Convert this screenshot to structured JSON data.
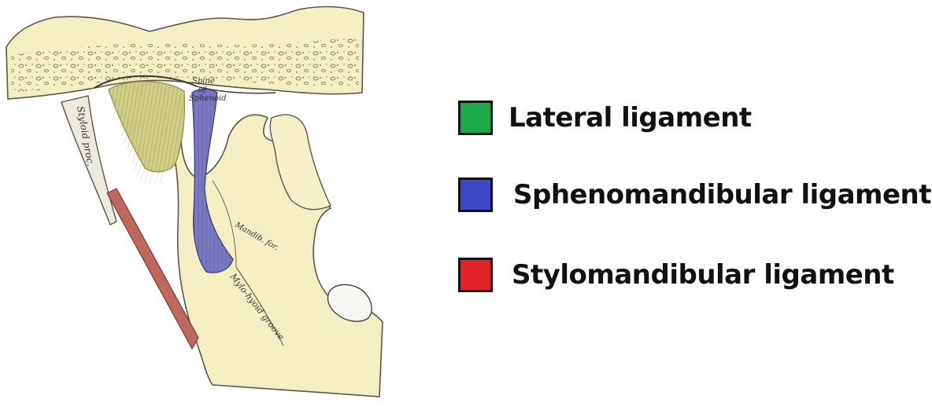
{
  "legend": {
    "items": [
      {
        "label": "Lateral ligament",
        "color": "#1fa84a"
      },
      {
        "label": "Sphenomandibular ligament",
        "color": "#3d49c8"
      },
      {
        "label": "Stylomandibular ligament",
        "color": "#e3222a"
      }
    ]
  },
  "illustration": {
    "labels": {
      "styloid": "Styloid proc.",
      "spine_line1": "Spine",
      "spine_line2": "of",
      "spine_line3": "Sphenoid",
      "mandib_for": "Mandib. for.",
      "mylohyoid": "Mylo-hyoid groove"
    },
    "colors": {
      "bone": "#f4efc2",
      "bone_outline": "#5a5646",
      "lateral_ligament": "#cfcd86",
      "sphenomandibular_ligament": "#7c79c2",
      "stylomandibular_ligament": "#c0675e"
    }
  }
}
